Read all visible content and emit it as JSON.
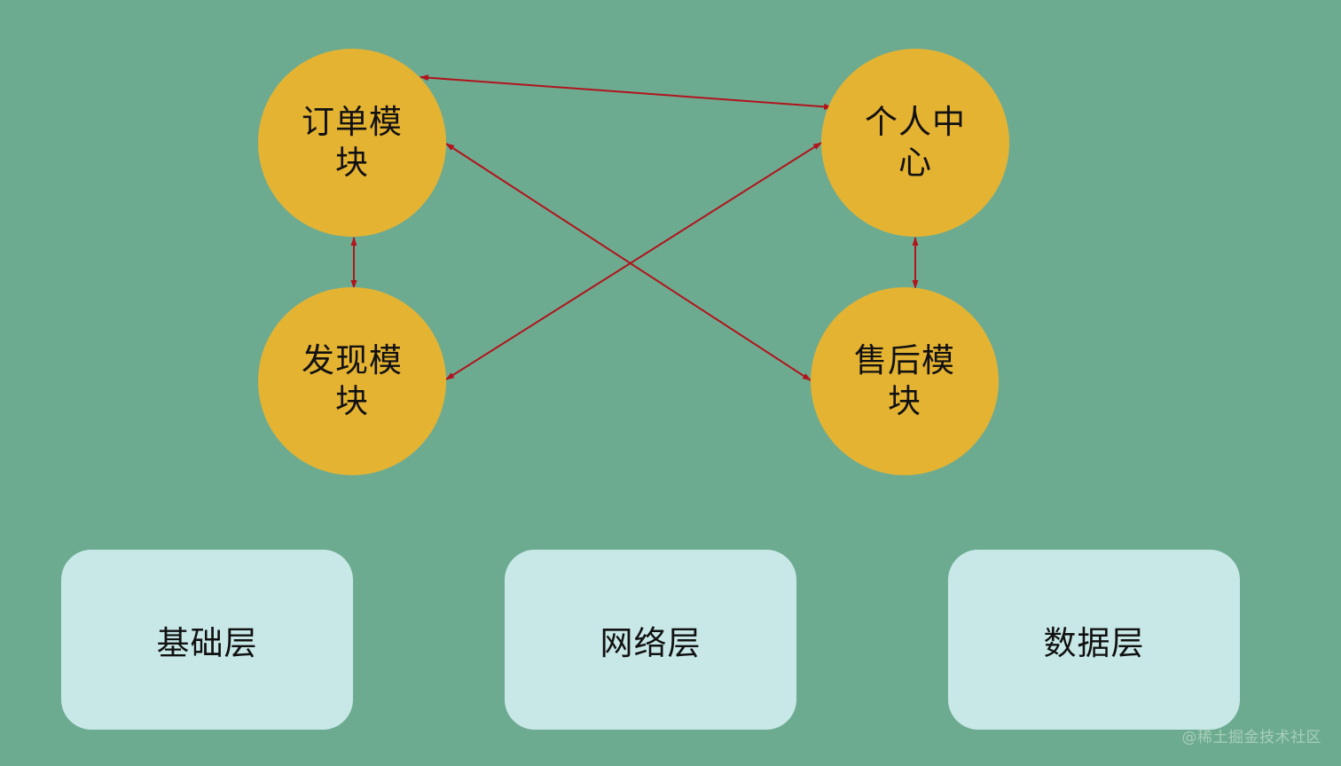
{
  "colors": {
    "background": "#6dab91",
    "module_fill": "#e5b332",
    "layer_fill": "#c8e8e7",
    "arrow": "#b0141c"
  },
  "modules": {
    "order": "订单模块",
    "profile": "个人中心",
    "discover": "发现模块",
    "aftersale": "售后模块"
  },
  "layers": {
    "base": "基础层",
    "network": "网络层",
    "data": "数据层"
  },
  "watermark": "@稀土掘金技术社区"
}
